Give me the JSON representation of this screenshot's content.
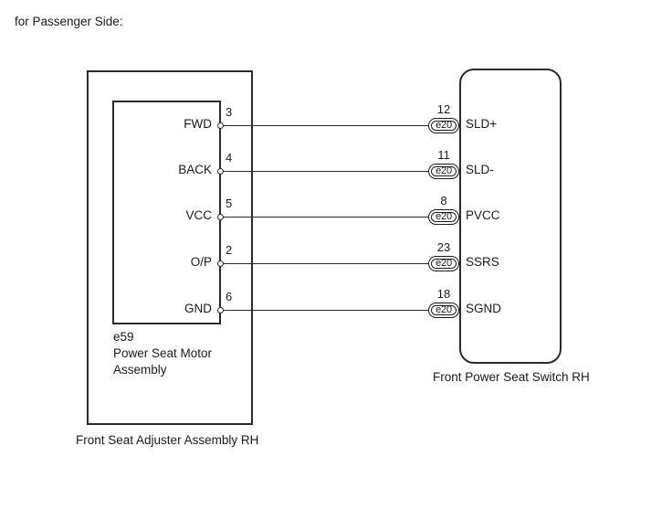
{
  "header": {
    "text": "for Passenger Side:"
  },
  "left_unit": {
    "outer_caption": "Front Seat Adjuster Assembly RH",
    "inner_code": "e59",
    "inner_name_line1": "Power Seat Motor",
    "inner_name_line2": "Assembly"
  },
  "right_unit": {
    "caption": "Front Power Seat Switch RH",
    "connector_code": "e20"
  },
  "connections": [
    {
      "left_label": "FWD",
      "left_pin": "3",
      "right_pin": "12",
      "right_connector": "e20",
      "right_label": "SLD+"
    },
    {
      "left_label": "BACK",
      "left_pin": "4",
      "right_pin": "11",
      "right_connector": "e20",
      "right_label": "SLD-"
    },
    {
      "left_label": "VCC",
      "left_pin": "5",
      "right_pin": "8",
      "right_connector": "e20",
      "right_label": "PVCC"
    },
    {
      "left_label": "O/P",
      "left_pin": "2",
      "right_pin": "23",
      "right_connector": "e20",
      "right_label": "SSRS"
    },
    {
      "left_label": "GND",
      "left_pin": "6",
      "right_pin": "18",
      "right_connector": "e20",
      "right_label": "SGND"
    }
  ],
  "colors": {
    "line": "#2b2b2b",
    "text": "#1b1b1b",
    "background": "#ffffff"
  }
}
